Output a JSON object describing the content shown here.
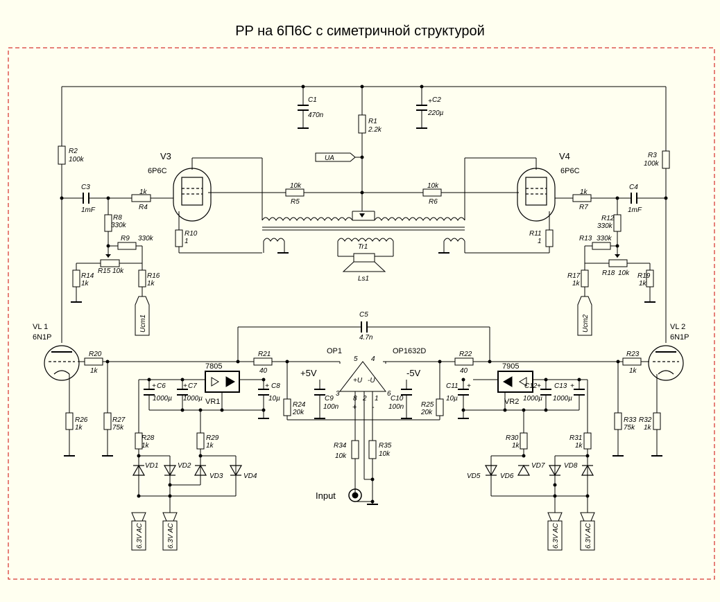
{
  "title": "PP на 6П6С с симетричной структурой",
  "colors": {
    "background": "#fffff0",
    "wire": "#000000",
    "frame": "#cc0000"
  },
  "tubes": {
    "V3": {
      "ref": "V3",
      "type": "6P6C"
    },
    "V4": {
      "ref": "V4",
      "type": "6P6C"
    },
    "VL1": {
      "ref": "VL 1",
      "type": "6N1P"
    },
    "VL2": {
      "ref": "VL 2",
      "type": "6N1P"
    }
  },
  "components": {
    "C1": {
      "ref": "C1",
      "value": "470n"
    },
    "C2": {
      "ref": "C2",
      "value": "220µ"
    },
    "R1": {
      "ref": "R1",
      "value": "2.2k"
    },
    "R2": {
      "ref": "R2",
      "value": "100k"
    },
    "R3": {
      "ref": "R3",
      "value": "100k"
    },
    "C3": {
      "ref": "C3",
      "value": "1mF"
    },
    "C4": {
      "ref": "C4",
      "value": "1mF"
    },
    "R4": {
      "ref": "R4",
      "value": "1k"
    },
    "R5": {
      "ref": "R5",
      "value": "10k"
    },
    "R6": {
      "ref": "R6",
      "value": "10k"
    },
    "R7": {
      "ref": "R7",
      "value": "1k"
    },
    "R8": {
      "ref": "R8",
      "value": "330k"
    },
    "R9": {
      "ref": "R9",
      "value": "330k"
    },
    "R10": {
      "ref": "R10",
      "value": "1"
    },
    "R11": {
      "ref": "R11",
      "value": "1"
    },
    "R12": {
      "ref": "R12",
      "value": "330k"
    },
    "R13": {
      "ref": "R13",
      "value": "330k"
    },
    "R14": {
      "ref": "R14",
      "value": "1k"
    },
    "R15": {
      "ref": "R15",
      "value": "10k"
    },
    "R16": {
      "ref": "R16",
      "value": "1k"
    },
    "R17": {
      "ref": "R17",
      "value": "1k"
    },
    "R18": {
      "ref": "R18",
      "value": "10k"
    },
    "R19": {
      "ref": "R19",
      "value": "1k"
    },
    "C5": {
      "ref": "C5",
      "value": "4.7n"
    },
    "R20": {
      "ref": "R20",
      "value": "1k"
    },
    "R21": {
      "ref": "R21",
      "value": "40"
    },
    "R22": {
      "ref": "R22",
      "value": "40"
    },
    "R23": {
      "ref": "R23",
      "value": "1k"
    },
    "C6": {
      "ref": "C6",
      "value": "1000µ"
    },
    "C7": {
      "ref": "C7",
      "value": "1000µ"
    },
    "C8": {
      "ref": "C8",
      "value": "10µ"
    },
    "C9": {
      "ref": "C9",
      "value": "100n"
    },
    "C10": {
      "ref": "C10",
      "value": "100n"
    },
    "C11": {
      "ref": "C11",
      "value": "10µ"
    },
    "C12": {
      "ref": "C12",
      "value": "1000µ"
    },
    "C13": {
      "ref": "C13",
      "value": "1000µ"
    },
    "R24": {
      "ref": "R24",
      "value": "20k"
    },
    "R25": {
      "ref": "R25",
      "value": "20k"
    },
    "R26": {
      "ref": "R26",
      "value": "1k"
    },
    "R27": {
      "ref": "R27",
      "value": "75k"
    },
    "R28": {
      "ref": "R28",
      "value": "1k"
    },
    "R29": {
      "ref": "R29",
      "value": "1k"
    },
    "R30": {
      "ref": "R30",
      "value": "1k"
    },
    "R31": {
      "ref": "R31",
      "value": "1k"
    },
    "R32": {
      "ref": "R32",
      "value": "1k"
    },
    "R33": {
      "ref": "R33",
      "value": "75k"
    },
    "R34": {
      "ref": "R34",
      "value": "10k"
    },
    "R35": {
      "ref": "R35",
      "value": "10k"
    }
  },
  "regulators": {
    "VR1": {
      "ref": "VR1",
      "type": "7805"
    },
    "VR2": {
      "ref": "VR2",
      "type": "7905"
    }
  },
  "opamp": {
    "ref": "OP1",
    "type": "OP1632D",
    "pins": [
      "5",
      "4",
      "3",
      "6",
      "8",
      "2",
      "1"
    ],
    "in_plus": "+U",
    "in_minus": "-U",
    "plus": "+",
    "minus": "-"
  },
  "rails": {
    "pos": "+5V",
    "neg": "-5V"
  },
  "diodes": [
    "VD1",
    "VD2",
    "VD3",
    "VD4",
    "VD5",
    "VD6",
    "VD7",
    "VD8"
  ],
  "transformer": {
    "ref": "Tr1",
    "speaker": "Ls1"
  },
  "ports": {
    "ua": "UA",
    "ucm1": "Ucm1",
    "ucm2": "Ucm2",
    "input": "Input",
    "ac": "6.3V AC"
  },
  "polarity": "+"
}
